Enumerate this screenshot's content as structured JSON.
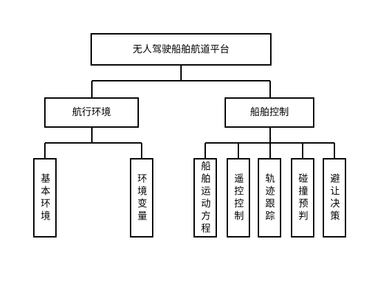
{
  "root": {
    "label": "无人驾驶船舶航道平台"
  },
  "level1": {
    "nav": {
      "label": "航行环境"
    },
    "ctrl": {
      "label": "船舶控制"
    }
  },
  "level2": {
    "nav_children": [
      {
        "label": "基本环境"
      },
      {
        "label": "环境变量"
      }
    ],
    "ctrl_children": [
      {
        "label": "船舶运动方程"
      },
      {
        "label": "遥控控制"
      },
      {
        "label": "轨迹跟踪"
      },
      {
        "label": "碰撞预判"
      },
      {
        "label": "避让决策"
      }
    ]
  }
}
